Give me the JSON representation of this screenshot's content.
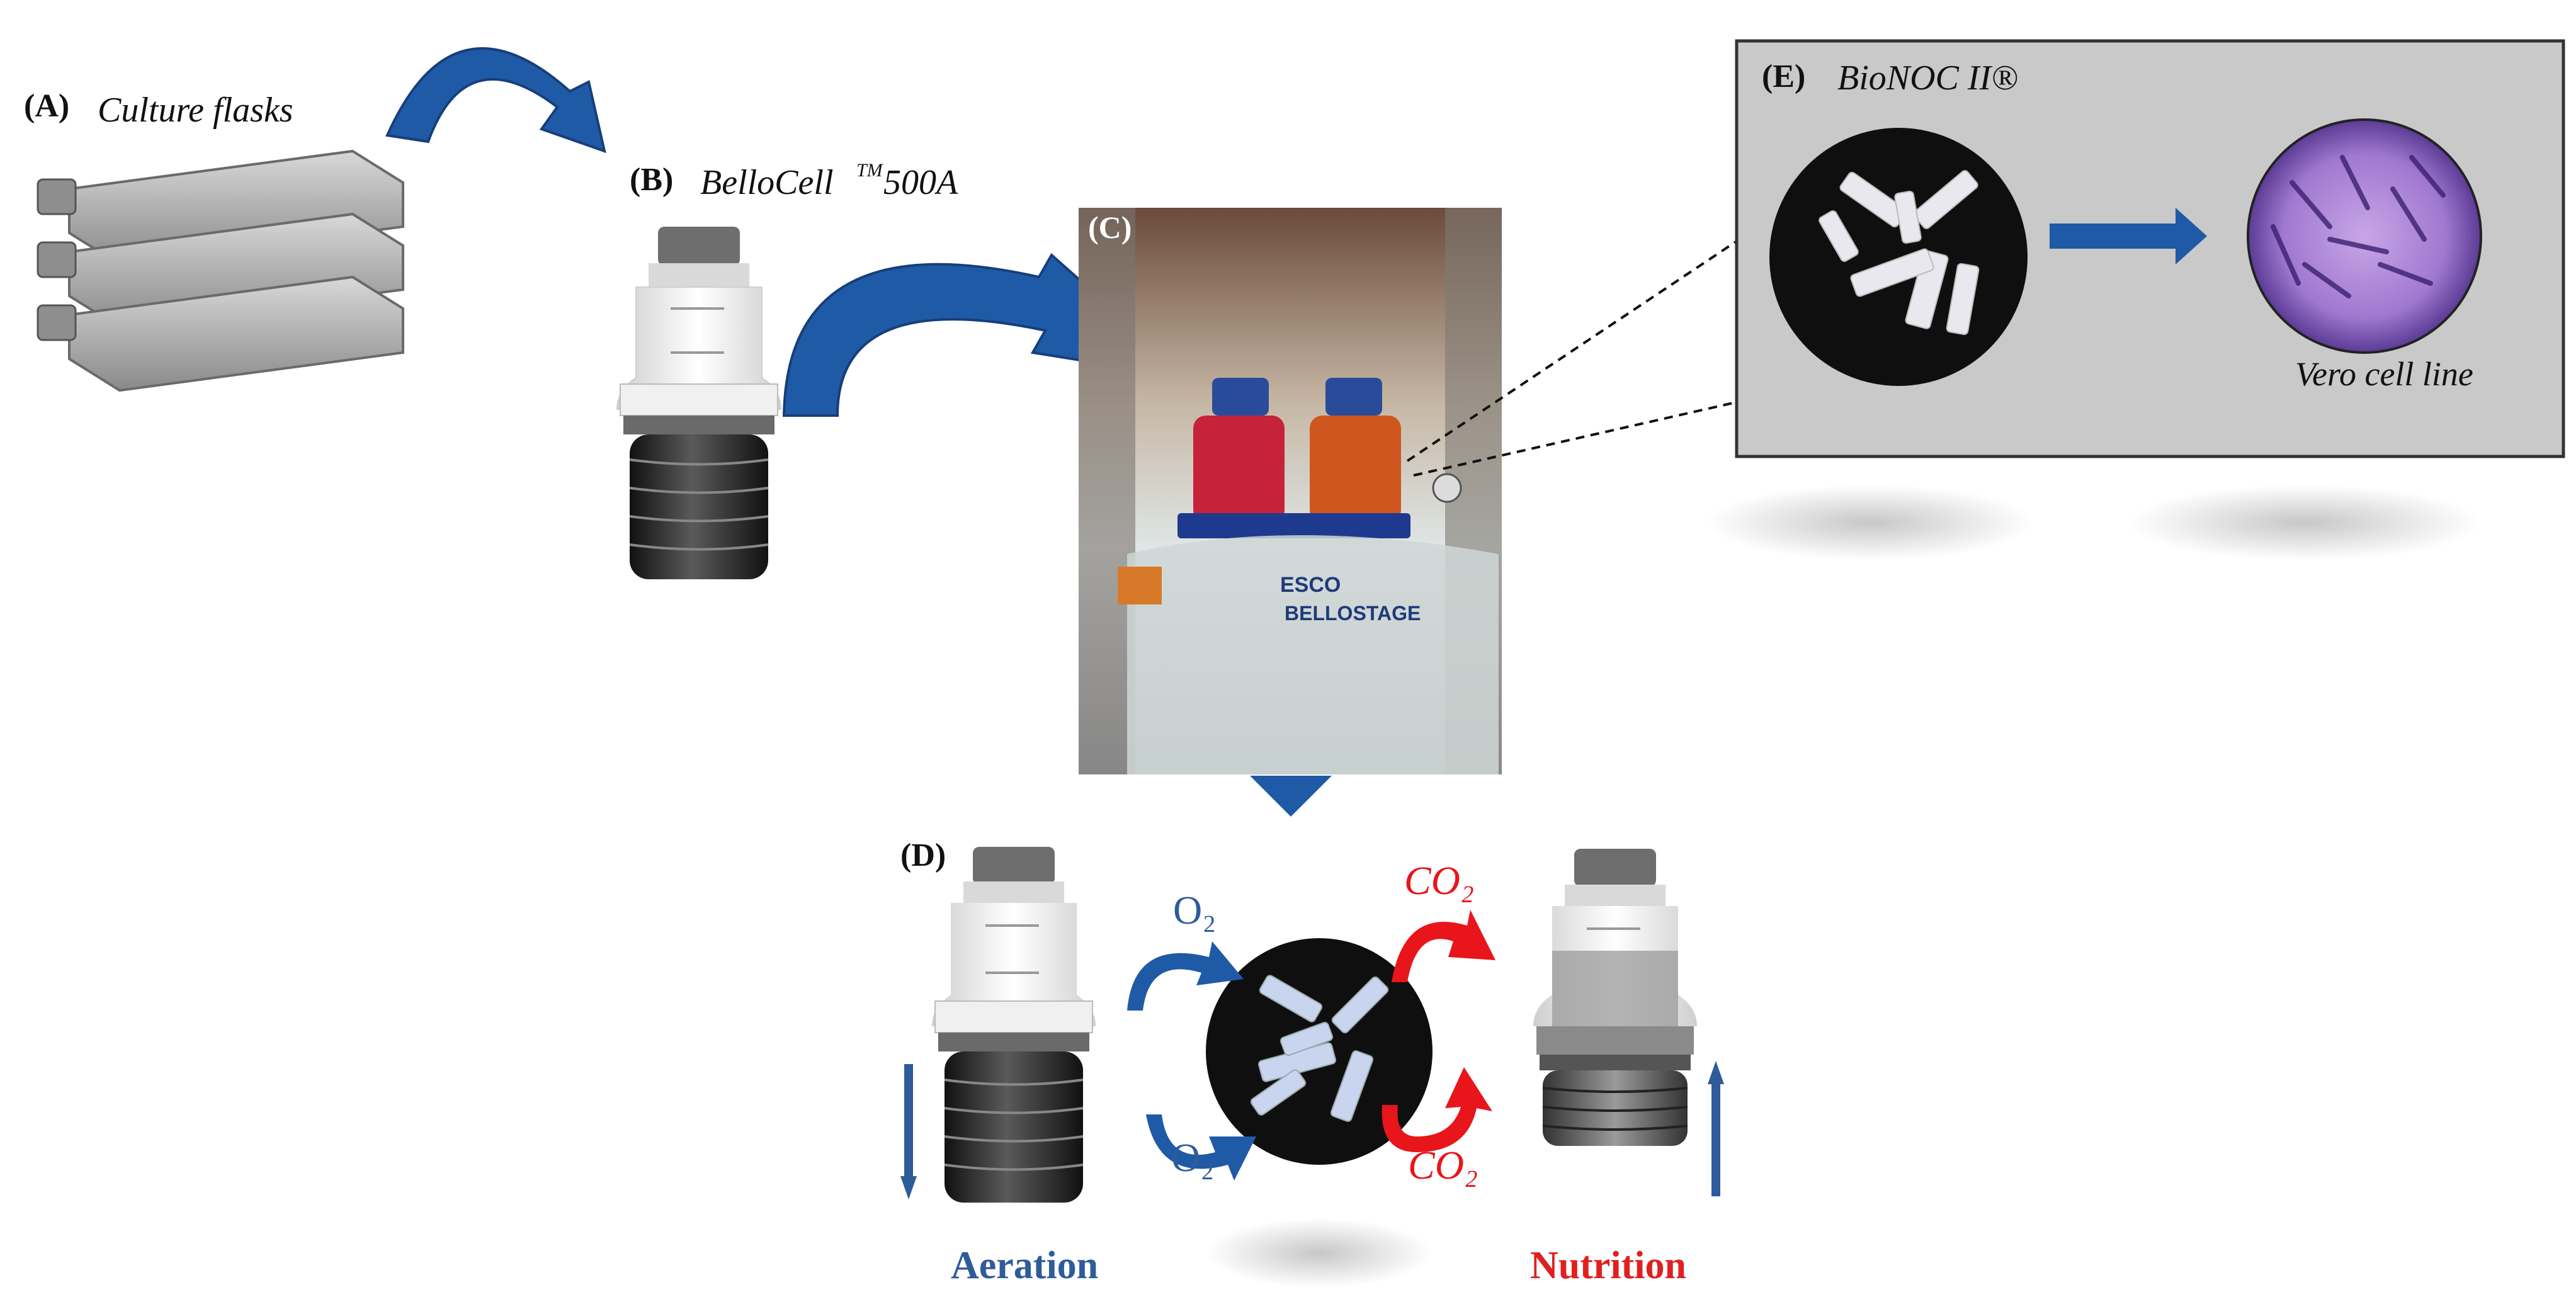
{
  "panels": {
    "a": {
      "letter": "(A)",
      "caption": "Culture flasks"
    },
    "b": {
      "letter": "(B)",
      "caption": "BelloCell",
      "tm": "TM",
      "model": "500A"
    },
    "c": {
      "letter": "(C)",
      "brand": "ESCO",
      "device": "BELLOSTAGE"
    },
    "d": {
      "letter": "(D)"
    },
    "e": {
      "letter": "(E)",
      "caption": "BioNOC II®",
      "cell_line": "Vero cell line"
    }
  },
  "gases": {
    "o2_top": "O₂",
    "o2_bottom": "O₂",
    "co2_top": "CO₂",
    "co2_bottom": "CO₂"
  },
  "phases": {
    "aeration": "Aeration",
    "nutrition": "Nutrition"
  },
  "colors": {
    "arrow_blue": "#1f5aa6",
    "aeration_text": "#2e5b9a",
    "nutrition_text": "#e02020",
    "co2_red": "#e8151b",
    "panel_e_bg": "#c9c9c9"
  }
}
